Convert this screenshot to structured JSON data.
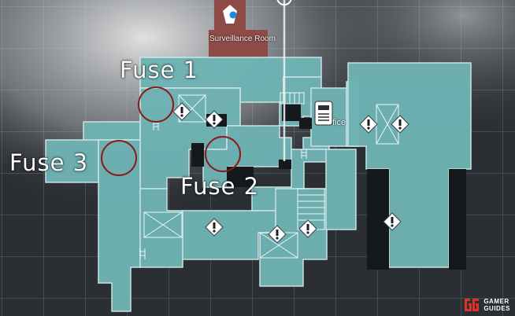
{
  "map": {
    "room_label": "Surveillance Room",
    "office_label_fragment": "fice",
    "annotations": [
      {
        "id": "fuse-1",
        "label": "Fuse 1"
      },
      {
        "id": "fuse-2",
        "label": "Fuse 2"
      },
      {
        "id": "fuse-3",
        "label": "Fuse 3"
      }
    ],
    "item_marker_icon": "exclamation-diamond-icon",
    "save_room_icon": "typewriter-icon",
    "player_icon": "player-location-icon",
    "colors": {
      "floor": "#6fb3b4",
      "floor_edge": "#cfeaea",
      "grid": "#c9d4d6",
      "wall": "#15191c",
      "surveillance_room": "#8e4a47",
      "fuse_circle": "#8a1b1b",
      "background": "#2b2e33"
    }
  },
  "watermark": {
    "logo_text": "GG",
    "line1": "GAMER",
    "line2": "GUIDES"
  }
}
